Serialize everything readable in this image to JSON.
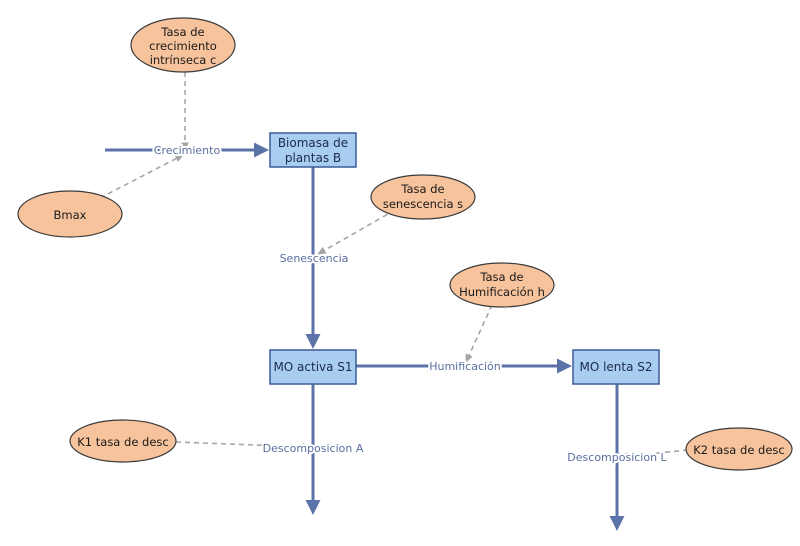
{
  "colors": {
    "stock_fill": "#a9cdf0",
    "stock_stroke": "#3b5c99",
    "param_fill": "#f7c39c",
    "param_stroke": "#3a3a3a",
    "flow_arrow": "#5b73a8",
    "link_dashed": "#a6a6a6",
    "flow_text": "#5a6fa0"
  },
  "stocks": {
    "biomasa": {
      "lines": [
        "Biomasa de",
        "plantas B"
      ]
    },
    "mo_activa": {
      "lines": [
        "MO activa S1"
      ]
    },
    "mo_lenta": {
      "lines": [
        "MO lenta S2"
      ]
    }
  },
  "parameters": {
    "tasa_crecimiento": {
      "lines": [
        "Tasa de",
        "crecimiento",
        "intrínseca c"
      ]
    },
    "bmax": {
      "lines": [
        "Bmax"
      ]
    },
    "tasa_senescencia": {
      "lines": [
        "Tasa de",
        "senescencia s"
      ]
    },
    "tasa_humificacion": {
      "lines": [
        "Tasa de",
        "Humificación h"
      ]
    },
    "k1": {
      "lines": [
        "K1 tasa de desc"
      ]
    },
    "k2": {
      "lines": [
        "K2 tasa de desc"
      ]
    }
  },
  "flows": {
    "crecimiento": "Crecimiento",
    "senescencia": "Senescencia",
    "humificacion": "Humificación",
    "descomposicion_a": "Descomposicion A",
    "descomposicion_l": "Descomposicion L"
  }
}
